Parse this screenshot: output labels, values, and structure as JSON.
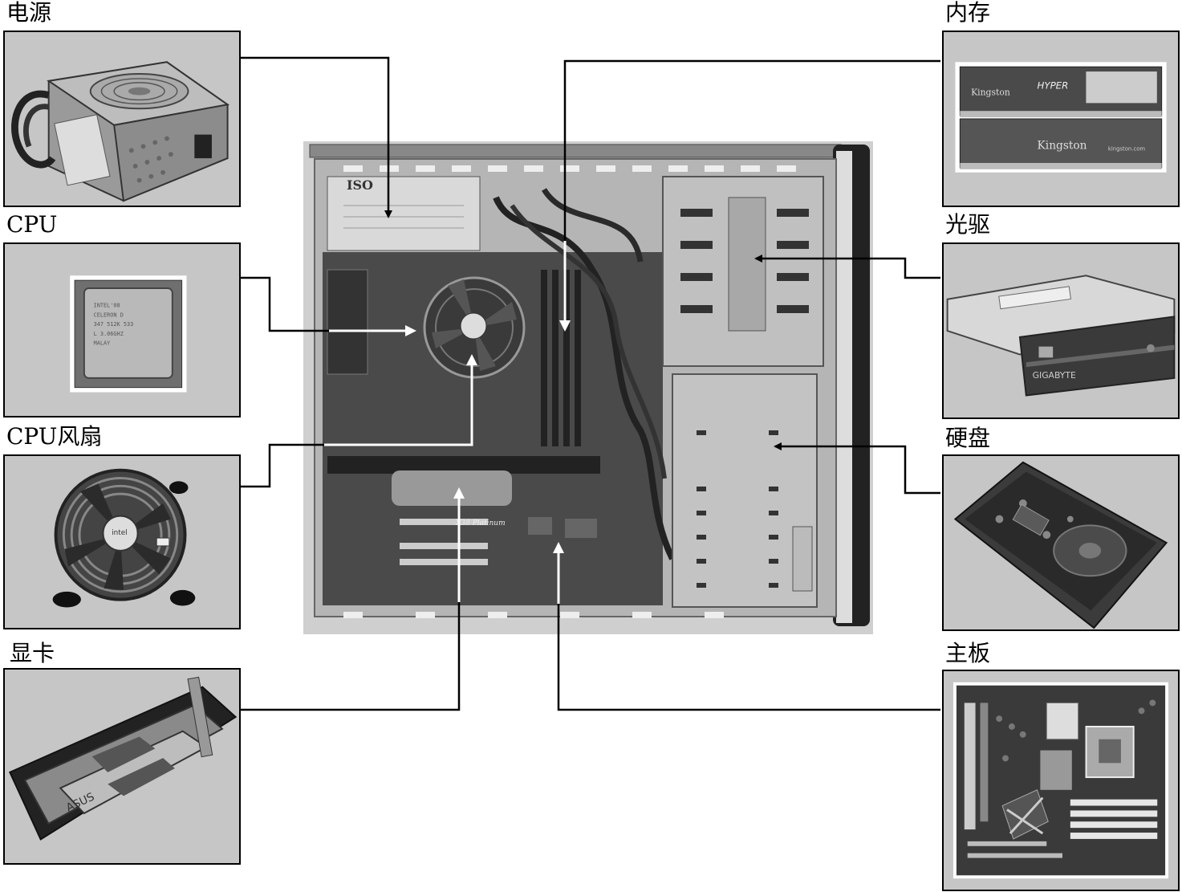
{
  "labels": {
    "psu": "电源",
    "cpu": "CPU",
    "cpu_fan": "CPU风扇",
    "gpu": "显卡",
    "ram": "内存",
    "optical": "光驱",
    "hdd": "硬盘",
    "motherboard": "主板"
  },
  "photo_text": {
    "ram_brand_1": "Kingston",
    "ram_model": "HYPER",
    "ram_brand_2": "Kingston",
    "ram_site": "kingston.com",
    "odd_brand": "GIGABYTE",
    "fan_brand": "intel",
    "mb_model": "X38 Platinum"
  },
  "colors": {
    "photo_bg": "#c6c6c6",
    "frame": "#000000",
    "arrow_black": "#000000",
    "arrow_white": "#ffffff"
  }
}
